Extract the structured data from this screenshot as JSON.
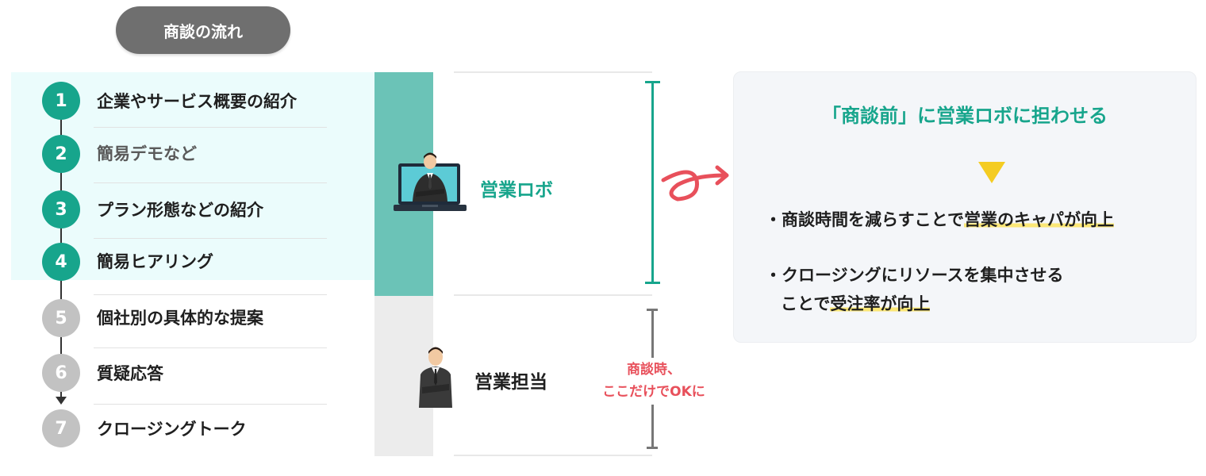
{
  "header": {
    "title": "商談の流れ"
  },
  "steps": [
    {
      "num": "1",
      "label": "企業やサービス概要の紹介"
    },
    {
      "num": "2",
      "label": "簡易デモなど"
    },
    {
      "num": "3",
      "label": "プラン形態などの紹介"
    },
    {
      "num": "4",
      "label": "簡易ヒアリング"
    },
    {
      "num": "5",
      "label": "個社別の具体的な提案"
    },
    {
      "num": "6",
      "label": "質疑応答"
    },
    {
      "num": "7",
      "label": "クロージングトーク"
    }
  ],
  "roles": {
    "robo": "営業ロボ",
    "staff": "営業担当"
  },
  "note": {
    "line1": "商談時、",
    "line2": "ここだけでOKに"
  },
  "panel": {
    "title": "「商談前」に営業ロボに担わせる",
    "bullet1": {
      "prefix": "・商談時間を減らすことで",
      "highlight": "営業のキャパが向上"
    },
    "bullet2": {
      "line1": "・クロージングにリソースを集中させる",
      "prefix": "ことで",
      "highlight": "受注率が向上"
    }
  },
  "colors": {
    "teal": "#17a58c",
    "teal_bar": "#6bc3b7",
    "gray_step": "#c2c2c2",
    "note_red": "#e8505b",
    "highlight_yellow": "#fbe776",
    "triangle_yellow": "#f4cc22"
  },
  "icons": [
    "laptop-robot-icon",
    "businessman-icon",
    "curly-arrow-icon",
    "down-triangle-icon"
  ]
}
